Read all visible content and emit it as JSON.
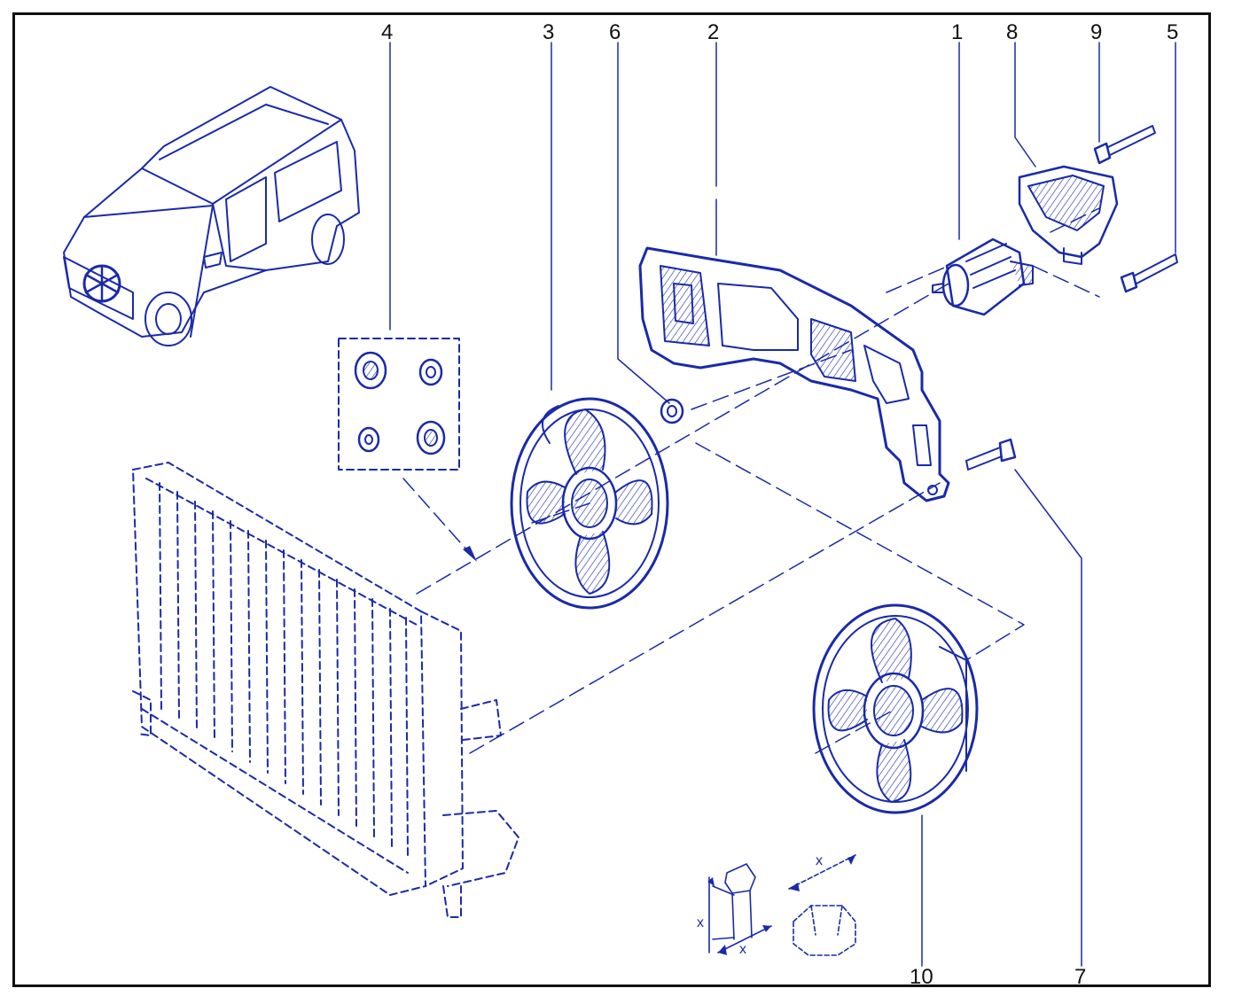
{
  "diagram": {
    "callouts": [
      {
        "id": "4",
        "text": "4"
      },
      {
        "id": "3",
        "text": "3"
      },
      {
        "id": "6",
        "text": "6"
      },
      {
        "id": "2",
        "text": "2"
      },
      {
        "id": "1",
        "text": "1"
      },
      {
        "id": "8",
        "text": "8"
      },
      {
        "id": "9",
        "text": "9"
      },
      {
        "id": "5",
        "text": "5"
      },
      {
        "id": "10",
        "text": "10"
      },
      {
        "id": "7",
        "text": "7"
      }
    ],
    "detail_marks": {
      "x1": "x",
      "x2": "x",
      "x3": "x"
    },
    "colors": {
      "line": "#1a2aa8",
      "callout_text": "#111111",
      "frame": "#111111"
    }
  }
}
